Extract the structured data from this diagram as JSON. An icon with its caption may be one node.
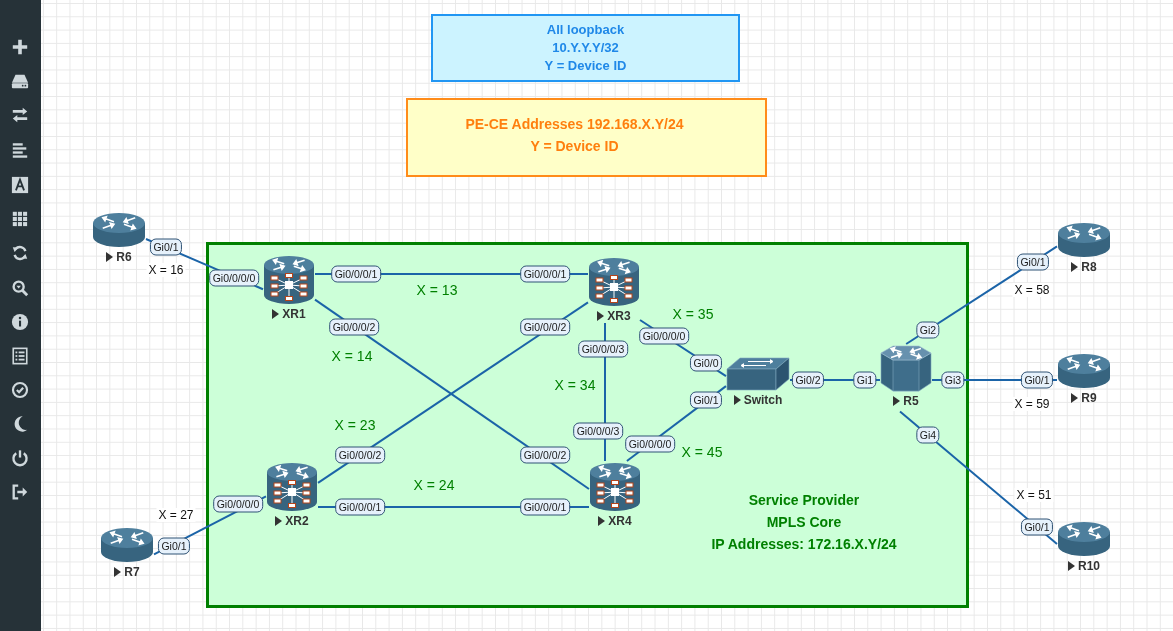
{
  "diagram": {
    "nodes": [
      {
        "text": [
          "All loopback 10.Y.Y.Y/32",
          "Y = Device ID"
        ]
      },
      {
        "text": [
          "PE-CE Addresses 192.168.X.Y/24",
          "Y = Device ID"
        ]
      },
      {
        "text": [
          "R6"
        ],
        "beside": [
          "Gi0/1"
        ]
      },
      {
        "text": [
          "R8"
        ],
        "beside": [
          "Gi0/1"
        ]
      },
      {
        "text": [
          "Service Provider MPLS Core",
          "IP Addresses: 172.16.X.Y/24"
        ]
      },
      {
        "text": [
          "XR1"
        ],
        "in": 4,
        "beside": [
          "Gi0/0/0/0",
          "Gi0/0/0/1",
          "Gi0/0/0/2"
        ]
      },
      {
        "text": [
          "XR3"
        ],
        "in": 4,
        "beside": [
          "Gi0/0/0/1",
          "Gi0/0/0/2",
          "Gi0/0/0/0",
          "Gi0/0/0/3"
        ]
      },
      {
        "text": [
          "Switch"
        ],
        "in": 4,
        "beside": [
          "Gi0/0",
          "Gi0/2",
          "Gi0/1"
        ]
      },
      {
        "text": [
          "R5"
        ],
        "in": 4,
        "beside": [
          "Gi2",
          "Gi1",
          "Gi3",
          "Gi4"
        ]
      },
      {
        "text": [
          "R9"
        ],
        "beside": [
          "Gi0/1"
        ]
      },
      {
        "text": [
          "XR2"
        ],
        "in": 4,
        "beside": [
          "Gi0/0/0/2",
          "Gi0/0/0/0",
          "Gi0/0/0/1"
        ]
      },
      {
        "text": [
          "XR4"
        ],
        "in": 4,
        "beside": [
          "Gi0/0/0/3",
          "Gi0/0/0/0",
          "Gi0/0/0/2",
          "Gi0/0/0/1"
        ]
      },
      {
        "text": [
          "R7"
        ],
        "beside": [
          "Gi0/1"
        ]
      },
      {
        "text": [
          "R10"
        ],
        "beside": [
          "Gi0/1"
        ]
      }
    ],
    "edges": [
      {
        "from": 2,
        "to": 5,
        "arrow": "none",
        "label": "X = 16"
      },
      {
        "from": 5,
        "to": 6,
        "arrow": "none",
        "label": "X = 13"
      },
      {
        "from": 5,
        "to": 11,
        "arrow": "none",
        "label": "X = 14"
      },
      {
        "from": 10,
        "to": 6,
        "arrow": "none",
        "label": "X = 23"
      },
      {
        "from": 10,
        "to": 11,
        "arrow": "none",
        "label": "X = 24"
      },
      {
        "from": 12,
        "to": 10,
        "arrow": "none",
        "label": "X = 27"
      },
      {
        "from": 6,
        "to": 11,
        "arrow": "none",
        "label": "X = 34"
      },
      {
        "from": 6,
        "to": 7,
        "arrow": "none",
        "label": "X = 35"
      },
      {
        "from": 11,
        "to": 7,
        "arrow": "none",
        "label": "X = 45"
      },
      {
        "from": 7,
        "to": 8,
        "arrow": "none"
      },
      {
        "from": 8,
        "to": 3,
        "arrow": "none",
        "label": "X = 58"
      },
      {
        "from": 8,
        "to": 9,
        "arrow": "none",
        "label": "X = 59"
      },
      {
        "from": 8,
        "to": 13,
        "arrow": "none",
        "label": "X = 51"
      }
    ]
  }
}
